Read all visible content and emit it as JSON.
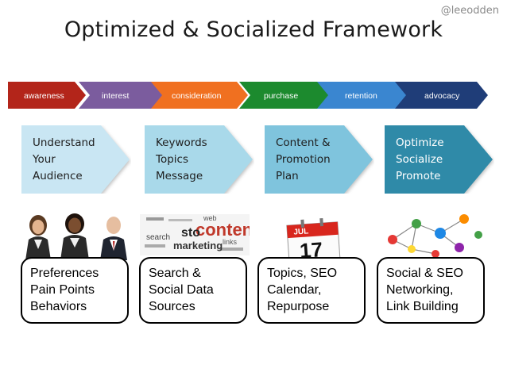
{
  "handle": "@leeodden",
  "title": "Optimized & Socialized Framework",
  "stages": [
    {
      "label": "awareness",
      "color": "#b3251a"
    },
    {
      "label": "interest",
      "color": "#7b5c9e"
    },
    {
      "label": "consideration",
      "color": "#f07020"
    },
    {
      "label": "purchase",
      "color": "#1c8a2e"
    },
    {
      "label": "retention",
      "color": "#3a86d0"
    },
    {
      "label": "advocacy",
      "color": "#1f3d78"
    }
  ],
  "columns": [
    {
      "block": [
        "Understand",
        "Your",
        "Audience"
      ],
      "block_color": "#c9e6f3",
      "picture": "people-photo",
      "card": [
        "Preferences",
        "Pain Points",
        "Behaviors"
      ]
    },
    {
      "block": [
        "Keywords",
        "Topics",
        "Message"
      ],
      "block_color": "#a9d9ea",
      "picture": "word-cloud",
      "word_cloud": [
        "content",
        "sto",
        "marketing",
        "search",
        "links",
        "web"
      ],
      "card": [
        "Search &",
        "Social Data",
        "Sources"
      ]
    },
    {
      "block": [
        "Content &",
        "Promotion",
        "Plan"
      ],
      "block_color": "#7fc4dd",
      "picture": "calendar-icon",
      "calendar": {
        "month": "JUL",
        "day": "17"
      },
      "card": [
        "Topics, SEO",
        "Calendar,",
        "Repurpose"
      ]
    },
    {
      "block": [
        "Optimize",
        "Socialize",
        "Promote"
      ],
      "block_color": "#2f8aa8",
      "picture": "network-icon",
      "card": [
        "Social & SEO",
        "Networking,",
        "Link Building"
      ]
    }
  ]
}
